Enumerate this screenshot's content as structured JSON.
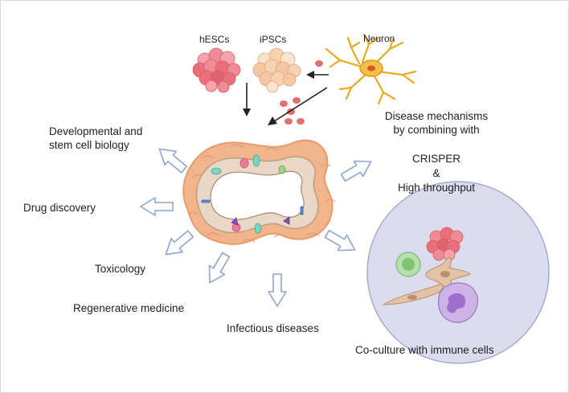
{
  "labels": {
    "hescs": "hESCs",
    "ipscs": "iPSCs",
    "neuron": "Neuron",
    "developmental_line1": "Developmental  and",
    "developmental_line2": "stem cell biology",
    "disease_line1": "Disease mechanisms",
    "disease_line2": "by combining with",
    "crisper": "CRISPER",
    "ampersand": "&",
    "high_throughput": "High throughput",
    "drug_discovery": "Drug discovery",
    "toxicology": "Toxicology",
    "regenerative_medicine": "Regenerative medicine",
    "infectious_diseases": "Infectious diseases",
    "coculture": "Co-culture with immune cells"
  },
  "colors": {
    "hescs": "#e8707a",
    "ipscs": "#f3c9a3",
    "neuron": "#f0b62f",
    "arrow_fill": "#ffffff",
    "arrow_stroke": "#8fa6cf",
    "immune_circle": "#dcdcef",
    "organoid_tissue": "#f2b48a",
    "epithelium": "#e9d8c6",
    "lumen": "#ffffff"
  }
}
